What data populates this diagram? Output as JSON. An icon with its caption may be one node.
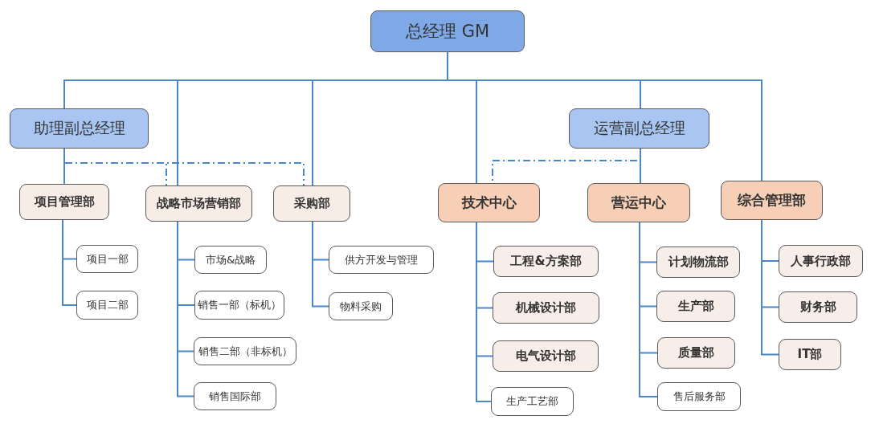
{
  "diagram": {
    "nodes": [
      {
        "text": [
          "总经理 GM"
        ]
      },
      {
        "text": [
          "助理副总经理"
        ]
      },
      {
        "text": [
          "运营副总经理"
        ]
      },
      {
        "text": [
          "项目管理部"
        ]
      },
      {
        "text": [
          "战略市场营销部"
        ]
      },
      {
        "text": [
          "采购部"
        ]
      },
      {
        "text": [
          "技术中心"
        ]
      },
      {
        "text": [
          "营运中心"
        ]
      },
      {
        "text": [
          "综合管理部"
        ]
      },
      {
        "text": [
          "项目一部"
        ]
      },
      {
        "text": [
          "项目二部"
        ]
      },
      {
        "text": [
          "市场&战略"
        ]
      },
      {
        "text": [
          "销售一部（标机）"
        ]
      },
      {
        "text": [
          "销售二部（非标机）"
        ]
      },
      {
        "text": [
          "销售国际部"
        ]
      },
      {
        "text": [
          "供方开发与管理"
        ]
      },
      {
        "text": [
          "物料采购"
        ]
      },
      {
        "text": [
          "工程&方案部"
        ]
      },
      {
        "text": [
          "机械设计部"
        ]
      },
      {
        "text": [
          "电气设计部"
        ]
      },
      {
        "text": [
          "生产工艺部"
        ]
      },
      {
        "text": [
          "计划物流部"
        ]
      },
      {
        "text": [
          "生产部"
        ]
      },
      {
        "text": [
          "质量部"
        ]
      },
      {
        "text": [
          "售后服务部"
        ]
      },
      {
        "text": [
          "人事行政部"
        ]
      },
      {
        "text": [
          "财务部"
        ]
      },
      {
        "text": [
          "IT部"
        ]
      }
    ],
    "edges": [
      {
        "from": 0,
        "to": 1,
        "arrow": "none"
      },
      {
        "from": 0,
        "to": 4,
        "arrow": "none"
      },
      {
        "from": 0,
        "to": 5,
        "arrow": "none"
      },
      {
        "from": 0,
        "to": 6,
        "arrow": "none"
      },
      {
        "from": 0,
        "to": 2,
        "arrow": "none"
      },
      {
        "from": 0,
        "to": 8,
        "arrow": "none"
      },
      {
        "from": 1,
        "to": 3,
        "arrow": "none"
      },
      {
        "from": 1,
        "to": 4,
        "arrow": "none",
        "style": "dashed"
      },
      {
        "from": 1,
        "to": 5,
        "arrow": "none",
        "style": "dashed"
      },
      {
        "from": 2,
        "to": 7,
        "arrow": "none"
      },
      {
        "from": 2,
        "to": 6,
        "arrow": "none",
        "style": "dashed"
      },
      {
        "from": 3,
        "to": 9,
        "arrow": "none"
      },
      {
        "from": 3,
        "to": 10,
        "arrow": "none"
      },
      {
        "from": 4,
        "to": 11,
        "arrow": "none"
      },
      {
        "from": 4,
        "to": 12,
        "arrow": "none"
      },
      {
        "from": 4,
        "to": 13,
        "arrow": "none"
      },
      {
        "from": 4,
        "to": 14,
        "arrow": "none"
      },
      {
        "from": 5,
        "to": 15,
        "arrow": "none"
      },
      {
        "from": 5,
        "to": 16,
        "arrow": "none"
      },
      {
        "from": 6,
        "to": 17,
        "arrow": "none"
      },
      {
        "from": 6,
        "to": 18,
        "arrow": "none"
      },
      {
        "from": 6,
        "to": 19,
        "arrow": "none"
      },
      {
        "from": 6,
        "to": 20,
        "arrow": "none"
      },
      {
        "from": 7,
        "to": 21,
        "arrow": "none"
      },
      {
        "from": 7,
        "to": 22,
        "arrow": "none"
      },
      {
        "from": 7,
        "to": 23,
        "arrow": "none"
      },
      {
        "from": 7,
        "to": 24,
        "arrow": "none"
      },
      {
        "from": 8,
        "to": 25,
        "arrow": "none"
      },
      {
        "from": 8,
        "to": 26,
        "arrow": "none"
      },
      {
        "from": 8,
        "to": 27,
        "arrow": "none"
      }
    ]
  }
}
